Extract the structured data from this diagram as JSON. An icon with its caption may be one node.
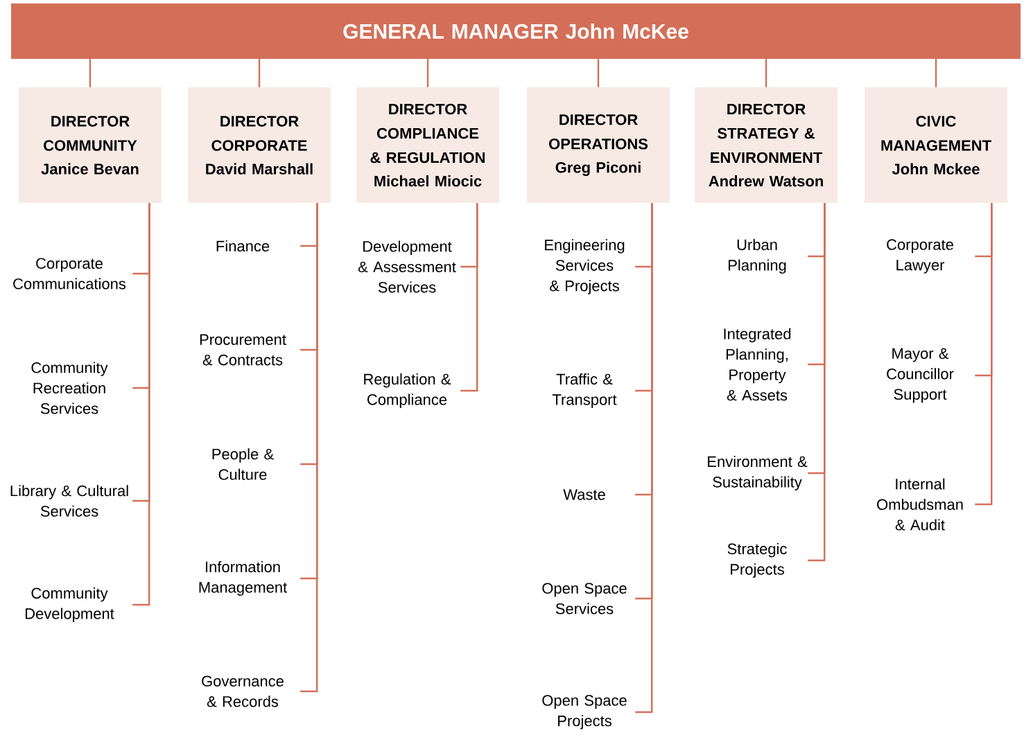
{
  "diagram": {
    "nodes": [
      {
        "text": [
          "GENERAL MANAGER John McKee"
        ]
      },
      {
        "text": [
          "DIRECTOR COMMUNITY",
          "Janice Bevan"
        ]
      },
      {
        "text": [
          "DIRECTOR CORPORATE",
          "David Marshall"
        ]
      },
      {
        "text": [
          "DIRECTOR COMPLIANCE & REGULATION",
          "Michael Miocic"
        ]
      },
      {
        "text": [
          "DIRECTOR OPERATIONS",
          "Greg Piconi"
        ]
      },
      {
        "text": [
          "DIRECTOR STRATEGY & ENVIRONMENT",
          "Andrew Watson"
        ]
      },
      {
        "text": [
          "CIVIC MANAGEMENT",
          "John Mckee"
        ]
      },
      {
        "text": [
          "Corporate Communications"
        ]
      },
      {
        "text": [
          "Community Recreation Services"
        ]
      },
      {
        "text": [
          "Library & Cultural Services"
        ]
      },
      {
        "text": [
          "Community Development"
        ]
      },
      {
        "text": [
          "Finance"
        ]
      },
      {
        "text": [
          "Procurement & Contracts"
        ]
      },
      {
        "text": [
          "People & Culture"
        ]
      },
      {
        "text": [
          "Information Management"
        ]
      },
      {
        "text": [
          "Governance & Records"
        ]
      },
      {
        "text": [
          "Development & Assessment Services"
        ]
      },
      {
        "text": [
          "Regulation & Compliance"
        ]
      },
      {
        "text": [
          "Engineering Services & Projects"
        ]
      },
      {
        "text": [
          "Traffic & Transport"
        ]
      },
      {
        "text": [
          "Waste"
        ]
      },
      {
        "text": [
          "Open Space Services"
        ]
      },
      {
        "text": [
          "Open Space Projects"
        ]
      },
      {
        "text": [
          "Urban Planning"
        ]
      },
      {
        "text": [
          "Integrated Planning, Property & Assets"
        ]
      },
      {
        "text": [
          "Environment & Sustainability"
        ]
      },
      {
        "text": [
          "Strategic Projects"
        ]
      },
      {
        "text": [
          "Corporate Lawyer"
        ]
      },
      {
        "text": [
          "Mayor & Councillor Support"
        ]
      },
      {
        "text": [
          "Internal Ombudsman & Audit"
        ]
      }
    ],
    "edges": [
      {
        "from": 0,
        "to": 1,
        "arrow": "none"
      },
      {
        "from": 0,
        "to": 2,
        "arrow": "none"
      },
      {
        "from": 0,
        "to": 3,
        "arrow": "none"
      },
      {
        "from": 0,
        "to": 4,
        "arrow": "none"
      },
      {
        "from": 0,
        "to": 5,
        "arrow": "none"
      },
      {
        "from": 0,
        "to": 6,
        "arrow": "none"
      },
      {
        "from": 1,
        "to": 7,
        "arrow": "none"
      },
      {
        "from": 1,
        "to": 8,
        "arrow": "none"
      },
      {
        "from": 1,
        "to": 9,
        "arrow": "none"
      },
      {
        "from": 1,
        "to": 10,
        "arrow": "none"
      },
      {
        "from": 2,
        "to": 11,
        "arrow": "none"
      },
      {
        "from": 2,
        "to": 12,
        "arrow": "none"
      },
      {
        "from": 2,
        "to": 13,
        "arrow": "none"
      },
      {
        "from": 2,
        "to": 14,
        "arrow": "none"
      },
      {
        "from": 2,
        "to": 15,
        "arrow": "none"
      },
      {
        "from": 3,
        "to": 16,
        "arrow": "none"
      },
      {
        "from": 3,
        "to": 17,
        "arrow": "none"
      },
      {
        "from": 4,
        "to": 18,
        "arrow": "none"
      },
      {
        "from": 4,
        "to": 19,
        "arrow": "none"
      },
      {
        "from": 4,
        "to": 20,
        "arrow": "none"
      },
      {
        "from": 4,
        "to": 21,
        "arrow": "none"
      },
      {
        "from": 4,
        "to": 22,
        "arrow": "none"
      },
      {
        "from": 5,
        "to": 23,
        "arrow": "none"
      },
      {
        "from": 5,
        "to": 24,
        "arrow": "none"
      },
      {
        "from": 5,
        "to": 25,
        "arrow": "none"
      },
      {
        "from": 5,
        "to": 26,
        "arrow": "none"
      },
      {
        "from": 6,
        "to": 27,
        "arrow": "none"
      },
      {
        "from": 6,
        "to": 28,
        "arrow": "none"
      },
      {
        "from": 6,
        "to": 29,
        "arrow": "none"
      }
    ]
  }
}
